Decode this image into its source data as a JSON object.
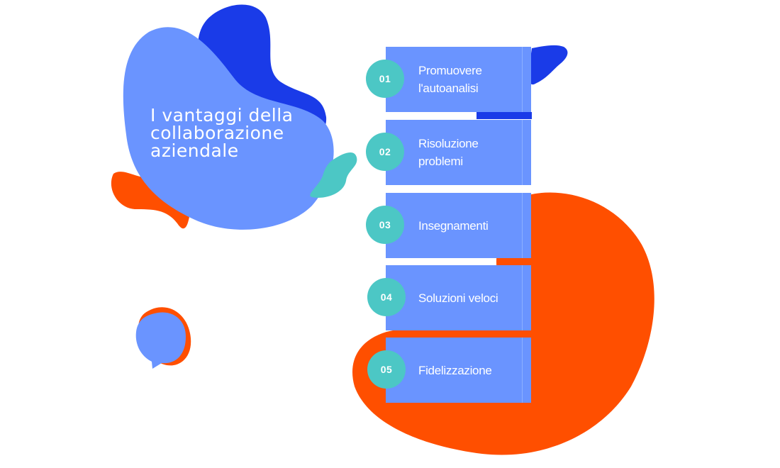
{
  "title_lines": [
    "I vantaggi della",
    "collaborazione",
    "aziendale"
  ],
  "steps": [
    {
      "number": "01",
      "label": "Promuovere l'autoanalisi"
    },
    {
      "number": "02",
      "label": "Risoluzione problemi"
    },
    {
      "number": "03",
      "label": "Insegnamenti"
    },
    {
      "number": "04",
      "label": "Soluzioni veloci"
    },
    {
      "number": "05",
      "label": "Fidelizzazione"
    }
  ],
  "colors": {
    "light_blue": "#6a94ff",
    "dark_blue": "#1a3be8",
    "orange": "#ff4f00",
    "teal": "#4cc7c5"
  }
}
